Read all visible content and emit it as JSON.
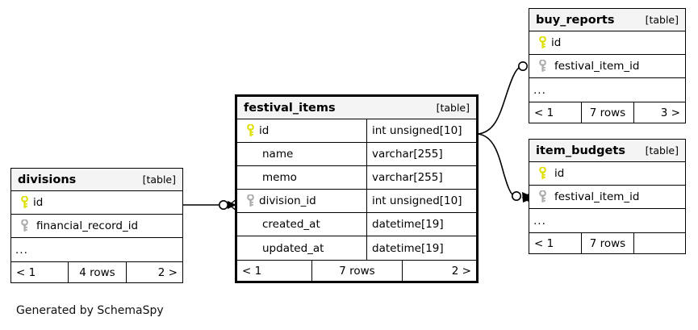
{
  "diagram": {
    "caption": "Generated by SchemaSpy",
    "table_kind_label": "[table]",
    "ellipsis": "...",
    "key_icon_primary": "yellow-key-icon",
    "key_icon_foreign": "gray-key-icon",
    "colors": {
      "primary_key": "#e8e800",
      "foreign_key": "#a8a8a8",
      "border": "#000000",
      "header_bg": "#f4f4f4",
      "background": "#ffffff"
    }
  },
  "tables": [
    {
      "id": "divisions",
      "name": "divisions",
      "kind": "[table]",
      "focus": false,
      "columns": [
        {
          "key": "primary",
          "name": "id",
          "type": ""
        },
        {
          "key": "foreign",
          "name": "financial_record_id",
          "type": ""
        },
        {
          "key": "none",
          "name": "...",
          "type": "",
          "ellipsis": true
        }
      ],
      "footer": {
        "prev": "< 1",
        "rows": "4 rows",
        "next": "2 >"
      }
    },
    {
      "id": "festival_items",
      "name": "festival_items",
      "kind": "[table]",
      "focus": true,
      "columns": [
        {
          "key": "primary",
          "name": "id",
          "type": "int unsigned[10]"
        },
        {
          "key": "none",
          "name": "name",
          "type": "varchar[255]"
        },
        {
          "key": "none",
          "name": "memo",
          "type": "varchar[255]"
        },
        {
          "key": "foreign",
          "name": "division_id",
          "type": "int unsigned[10]"
        },
        {
          "key": "none",
          "name": "created_at",
          "type": "datetime[19]"
        },
        {
          "key": "none",
          "name": "updated_at",
          "type": "datetime[19]"
        }
      ],
      "footer": {
        "prev": "< 1",
        "rows": "7 rows",
        "next": "2 >"
      }
    },
    {
      "id": "buy_reports",
      "name": "buy_reports",
      "kind": "[table]",
      "focus": false,
      "columns": [
        {
          "key": "primary",
          "name": "id",
          "type": ""
        },
        {
          "key": "foreign",
          "name": "festival_item_id",
          "type": ""
        },
        {
          "key": "none",
          "name": "...",
          "type": "",
          "ellipsis": true
        }
      ],
      "footer": {
        "prev": "< 1",
        "rows": "7 rows",
        "next": "3 >"
      }
    },
    {
      "id": "item_budgets",
      "name": "item_budgets",
      "kind": "[table]",
      "focus": false,
      "columns": [
        {
          "key": "primary",
          "name": "id",
          "type": ""
        },
        {
          "key": "foreign",
          "name": "festival_item_id",
          "type": ""
        },
        {
          "key": "none",
          "name": "...",
          "type": "",
          "ellipsis": true
        }
      ],
      "footer": {
        "prev": "< 1",
        "rows": "7 rows",
        "next": ""
      }
    }
  ],
  "relationships": [
    {
      "from": "divisions.id",
      "to": "festival_items.division_id"
    },
    {
      "from": "festival_items.id",
      "to": "buy_reports.festival_item_id"
    },
    {
      "from": "festival_items.id",
      "to": "item_budgets.festival_item_id"
    }
  ]
}
